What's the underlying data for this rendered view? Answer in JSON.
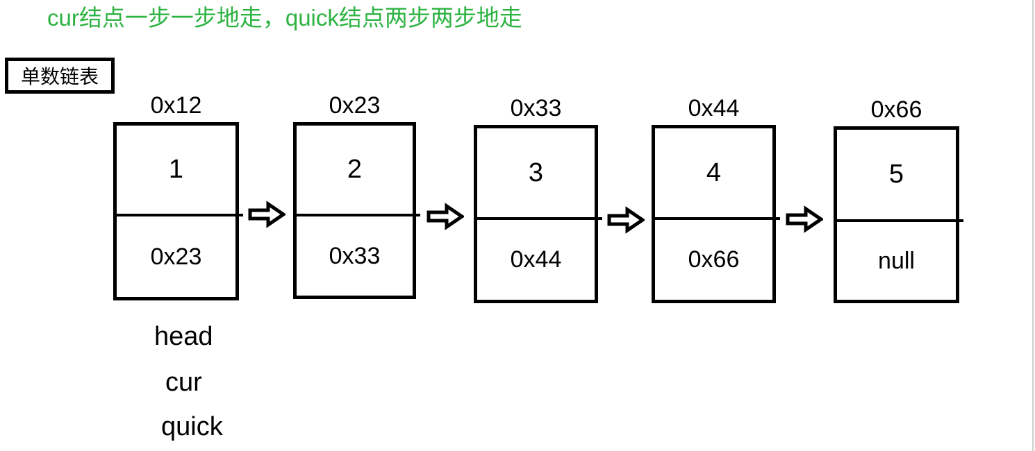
{
  "colors": {
    "title_green": "#2db342",
    "line_black": "#000000",
    "page_edge_gray": "#cfcfcf"
  },
  "title": {
    "text": "cur结点一步一步地走，quick结点两步两步地走"
  },
  "list_label": {
    "text": "单数链表"
  },
  "nodes": [
    {
      "address": "0x12",
      "value": "1",
      "next": "0x23"
    },
    {
      "address": "0x23",
      "value": "2",
      "next": "0x33"
    },
    {
      "address": "0x33",
      "value": "3",
      "next": "0x44"
    },
    {
      "address": "0x44",
      "value": "4",
      "next": "0x66"
    },
    {
      "address": "0x66",
      "value": "5",
      "next": "null"
    }
  ],
  "pointer_labels": [
    "head",
    "cur",
    "quick"
  ]
}
